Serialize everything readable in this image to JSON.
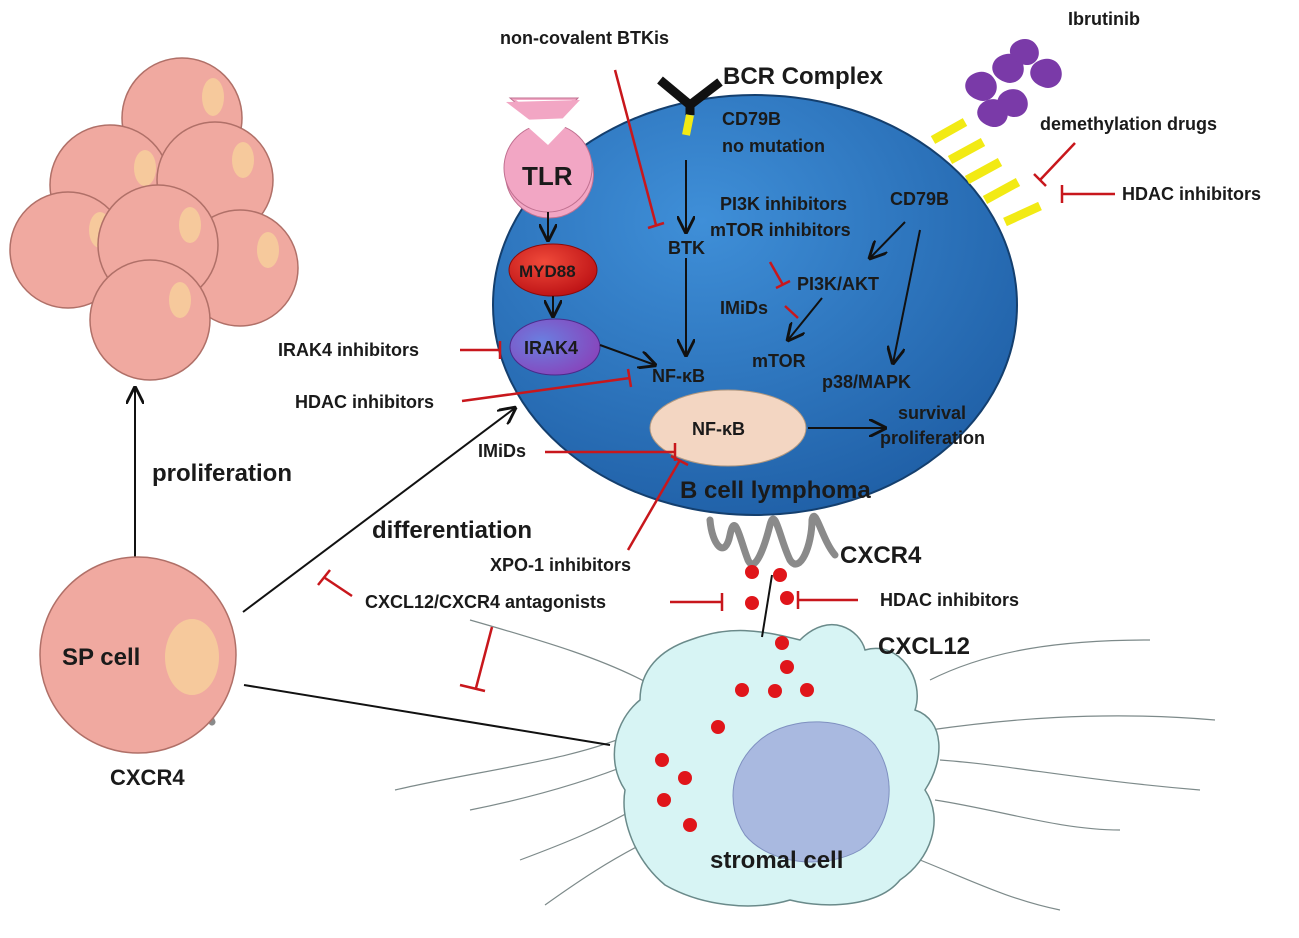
{
  "labels": {
    "non_covalent": "non-covalent BTKis",
    "bcr_complex": "BCR Complex",
    "ibrutinib": "Ibrutinib",
    "demethylation": "demethylation drugs",
    "hdac_top": "HDAC inhibitors",
    "cd79b_top_1": "CD79B",
    "cd79b_top_2": "no mutation",
    "tlr": "TLR",
    "pi3k_inh": "PI3K inhibitors",
    "mtor_inh": "mTOR inhibitors",
    "cd79b_right": "CD79B",
    "btk": "BTK",
    "myd88": "MYD88",
    "pi3k_akt": "PI3K/AKT",
    "imids_center": "IMiDs",
    "irak4_inh": "IRAK4 inhibitors",
    "irak4": "IRAK4",
    "mtor": "mTOR",
    "nfkb_upper": "NF-κB",
    "p38": "p38/MAPK",
    "hdac_left": "HDAC inhibitors",
    "survival": "survival",
    "proliferation_right": "proliferation",
    "nfkb_lower": "NF-κB",
    "imids_left": "IMiDs",
    "b_cell_lymphoma": "B cell lymphoma",
    "proliferation_left": "proliferation",
    "differentiation": "differentiation",
    "xpo1": "XPO-1 inhibitors",
    "cxcr4_right": "CXCR4",
    "cxcl12_antag": "CXCL12/CXCR4 antagonists",
    "hdac_bottom": "HDAC inhibitors",
    "sp_cell": "SP cell",
    "cxcl12": "CXCL12",
    "cxcr4_left": "CXCR4",
    "stromal_cell": "stromal cell"
  },
  "colors": {
    "lymphoma_cell": "#2e7ac4",
    "sp_cell": "#f0a9a0",
    "nucleus": "#f6c99c",
    "tlr": "#f2a6c4",
    "myd88": "#d81818",
    "irak4": "#7a55c8",
    "nfkb_oval": "#f3d6c2",
    "stromal": "#d7f4f4",
    "stromal_nucleus": "#a9b9e0",
    "inhibitor": "#c8171c",
    "cxcl12_dot": "#e0151a",
    "ibrutinib_drop": "#7a3aa8",
    "receptor_stripe": "#f2ea14",
    "cxcr4": "#8a8a8a"
  }
}
